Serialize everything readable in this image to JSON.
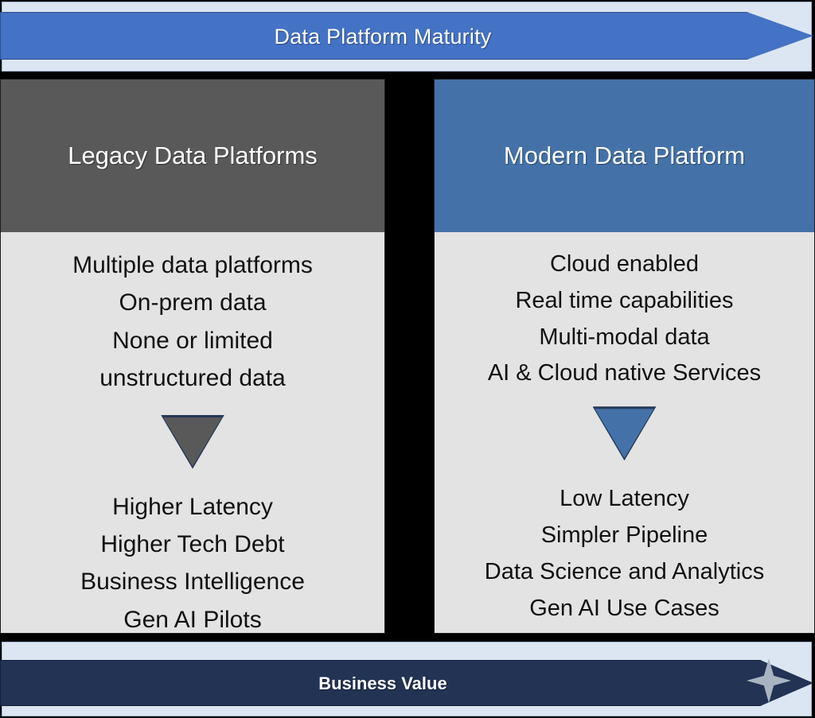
{
  "top_arrow": {
    "label": "Data Platform Maturity",
    "body_color": "#4472c4",
    "plate_color": "#dce6f2",
    "icon": "right-arrow-shape"
  },
  "bottom_arrow": {
    "label": "Business Value",
    "body_color": "#223354",
    "plate_color": "#dce6f2",
    "sparkle_color": "#aab4c1",
    "icon": "right-arrow-shape-with-sparkle"
  },
  "panels": [
    {
      "id": "legacy",
      "title": "Legacy Data Platforms",
      "header_color": "#595959",
      "body_color": "#e3e3e3",
      "features": [
        "Multiple data platforms",
        "On-prem data",
        "None or limited",
        "unstructured data"
      ],
      "divider_icon": "down-triangle-icon",
      "divider_color": "#595959",
      "outcomes": [
        "Higher Latency",
        "Higher Tech Debt",
        "Business Intelligence",
        "Gen AI Pilots"
      ]
    },
    {
      "id": "modern",
      "title": "Modern Data Platform",
      "header_color": "#4472a8",
      "body_color": "#e3e3e3",
      "features": [
        "Cloud enabled",
        "Real time capabilities",
        "Multi-modal data",
        "AI & Cloud native Services"
      ],
      "divider_icon": "down-triangle-icon",
      "divider_color": "#4472a8",
      "outcomes": [
        "Low Latency",
        "Simpler Pipeline",
        "Data Science and Analytics",
        "Gen AI Use Cases"
      ]
    }
  ]
}
